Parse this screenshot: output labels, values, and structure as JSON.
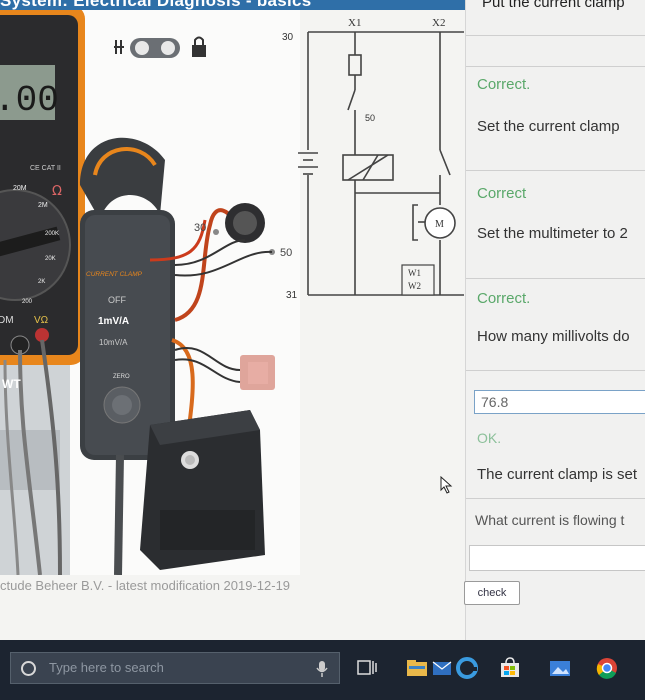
{
  "window": {
    "title": "System: Electrical Diagnosis - basics"
  },
  "scene": {
    "multimeter": {
      "display": ".00",
      "ranges": [
        "20M",
        "2M",
        "200K",
        "20K",
        "2K",
        "200"
      ],
      "ohm_symbol": "Ω",
      "mode_labels": [
        "DM",
        "VΩ"
      ],
      "ce_mark": "CE CAT II"
    },
    "clamp": {
      "brand": "CURRENT CLAMP",
      "modes": [
        "OFF",
        "1mV/A",
        "10mV/A"
      ],
      "selected_mode": "1mV/A",
      "zero_label": "ZERO"
    },
    "terminals": {
      "t30": "30",
      "t50": "50"
    },
    "side_label": "WT"
  },
  "circuit": {
    "labels": {
      "x1": "X1",
      "x2": "X2",
      "t30": "30",
      "t31": "31",
      "relay_50": "50",
      "motor": "M",
      "w1": "W1",
      "w2": "W2"
    }
  },
  "panel": {
    "top_cut_text": "Put the current clamp",
    "rows": [
      {
        "type": "ok",
        "text": "Correct."
      },
      {
        "type": "q",
        "text": "Set the current clamp"
      },
      {
        "type": "ok",
        "text": "Correct"
      },
      {
        "type": "q",
        "text": "Set the multimeter to 2"
      },
      {
        "type": "ok",
        "text": "Correct."
      },
      {
        "type": "q",
        "text": "How many millivolts do"
      }
    ],
    "answer_value": "76.8",
    "answer_feedback": "OK.",
    "status_text": "The current clamp is set",
    "next_question": "What current is flowing t",
    "next_answer_value": "",
    "check_label": "check"
  },
  "footer": {
    "copyright": "ctude Beheer B.V. - latest modification 2019-12-19"
  },
  "taskbar": {
    "search_placeholder": "Type here to search",
    "icons": [
      "microphone-icon",
      "task-view-icon",
      "file-explorer-icon",
      "mail-icon",
      "edge-icon",
      "store-icon",
      "photos-icon",
      "chrome-icon"
    ]
  },
  "colors": {
    "accent": "#2f6fa8",
    "ok_green": "#5aa86a",
    "clamp_orange": "#e98a1e",
    "taskbar": "#1c2430"
  }
}
